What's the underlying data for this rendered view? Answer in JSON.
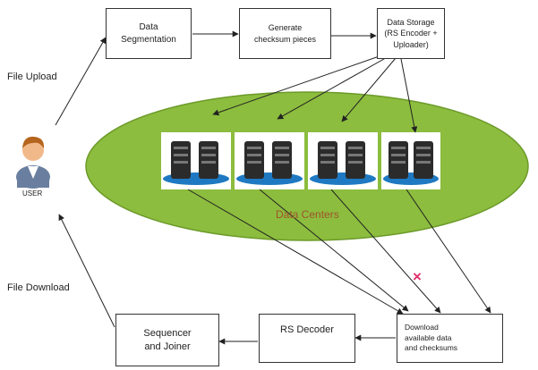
{
  "diagram": {
    "nodes": {
      "data_segmentation": "Data\nSegmentation",
      "generate_checksum": "Generate\nchecksum pieces",
      "data_storage": "Data Storage\n(RS Encoder +\nUploader)",
      "download_box": "Download\navailable data\nand checksums",
      "rs_decoder": "RS Decoder",
      "sequencer_joiner": "Sequencer\nand Joiner"
    },
    "labels": {
      "file_upload": "File Upload",
      "file_download": "File Download",
      "user": "USER",
      "data_centers": "Data Centers"
    },
    "failure_marker": "×"
  },
  "colors": {
    "ellipse_fill": "#8cbd3e",
    "ellipse_stroke": "#6c9a2a",
    "server_panel": "#ffffff",
    "server_body": "#2b2b2b",
    "server_base": "#1f79c2",
    "failure_marker": "#e0306a",
    "data_centers_text": "#a0522d"
  }
}
